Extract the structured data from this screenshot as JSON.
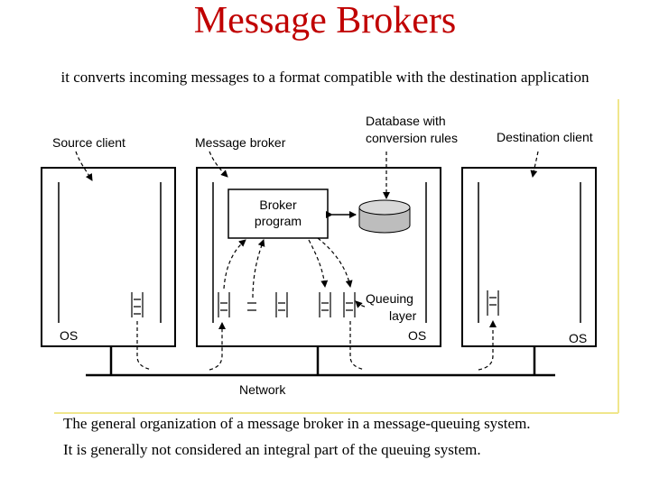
{
  "slide": {
    "title": "Message Brokers",
    "subtitle": "it converts incoming messages to a format compatible with the destination application"
  },
  "diagram": {
    "labels": {
      "source_client": "Source client",
      "message_broker": "Message broker",
      "database_line1": "Database with",
      "database_line2": "conversion rules",
      "destination_client": "Destination client",
      "broker_program_line1": "Broker",
      "broker_program_line2": "program",
      "queuing_line1": "Queuing",
      "queuing_line2": "layer",
      "os_source": "OS",
      "os_broker": "OS",
      "os_destination": "OS",
      "network": "Network"
    },
    "colors": {
      "frame_accent": "#f0e68c"
    }
  },
  "caption": {
    "line1": "The general organization of a message broker in a message-queuing system.",
    "line2": "It is generally not considered an integral part of the queuing system."
  }
}
